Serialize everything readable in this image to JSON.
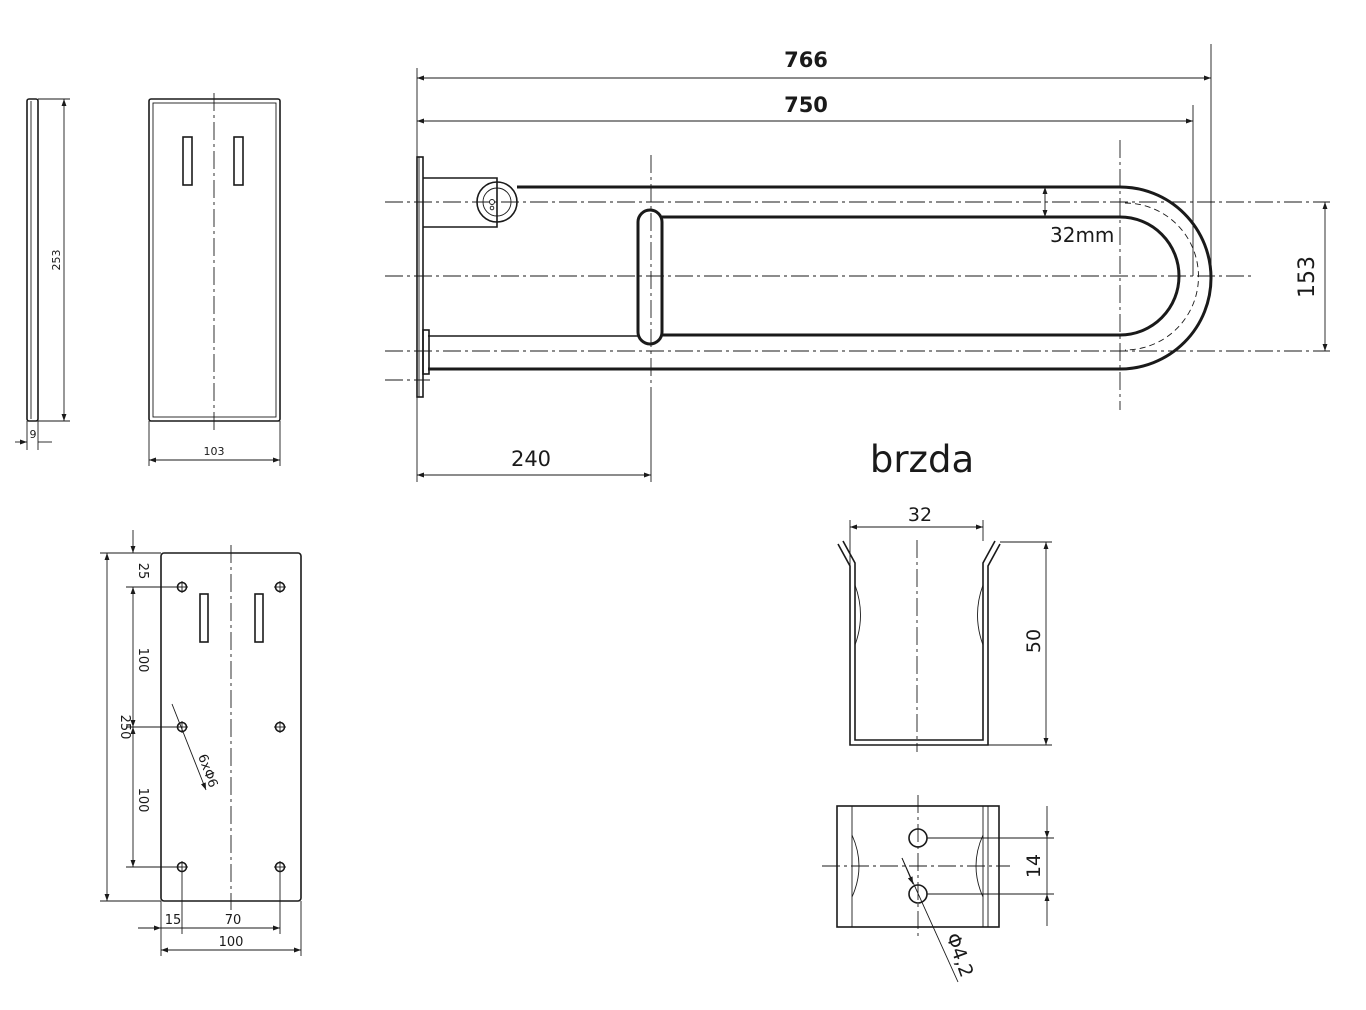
{
  "dims": {
    "d766": "766",
    "d750": "750",
    "d32mm": "32mm",
    "d153": "153",
    "d240": "240",
    "d253": "253",
    "d9": "9",
    "d103": "103",
    "d25": "25",
    "d100a": "100",
    "d250": "250",
    "d100b": "100",
    "holes": "6xΦ6",
    "d15": "15",
    "d70": "70",
    "d100c": "100",
    "brake_title": "brzda",
    "d32": "32",
    "d50": "50",
    "d14": "14",
    "d42": "Φ4,2"
  },
  "colors": {
    "line": "#1a1a1a",
    "background": "#ffffff"
  }
}
